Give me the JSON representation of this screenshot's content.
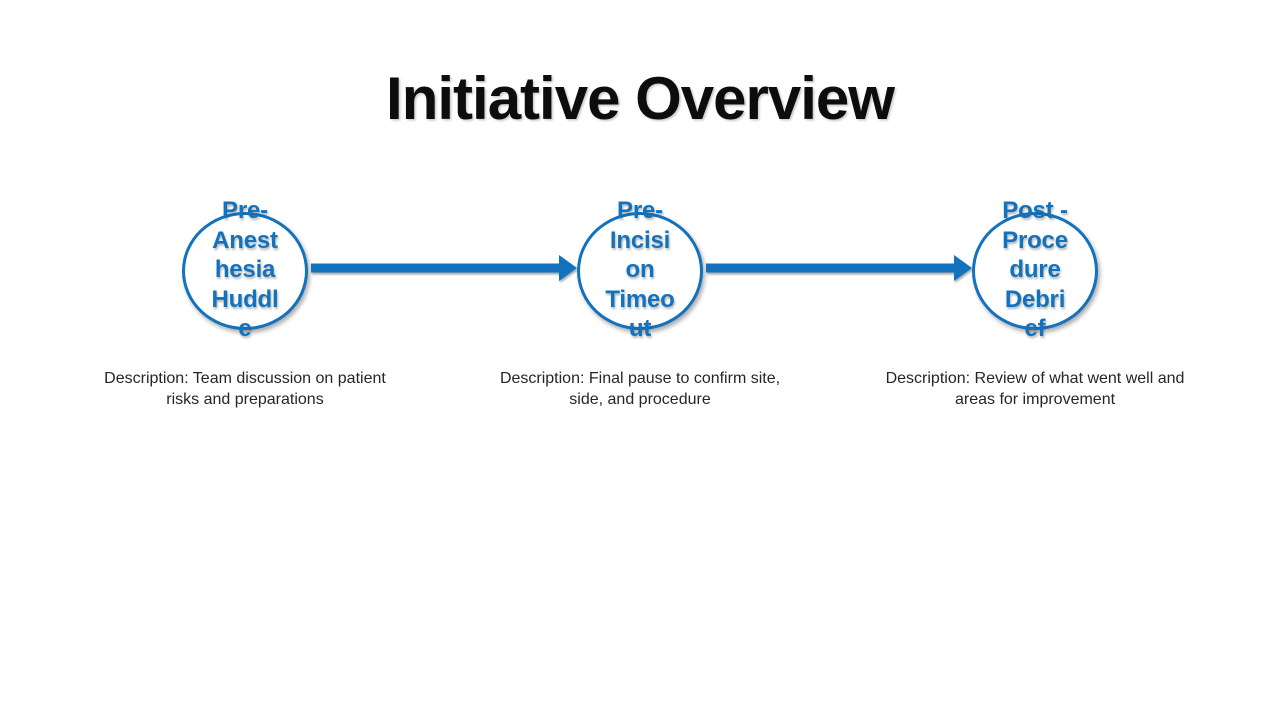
{
  "slide": {
    "title": "Initiative Overview",
    "colors": {
      "accent": "#1272BD",
      "title": "#0D0D0D",
      "description": "#262626",
      "background": "#FFFFFF"
    }
  },
  "steps": [
    {
      "label": "Pre-Anesthesia Huddle",
      "label_lines": "Pre-\nAnest\nhesia\nHuddl\ne",
      "description": "Description: Team discussion on patient risks and preparations",
      "description_lines": "Description: Team discussion on patient\nrisks and preparations"
    },
    {
      "label": "Pre-Incision Timeout",
      "label_lines": "Pre-\nIncisi\non\nTimeo\nut",
      "description": "Description: Final pause to confirm site, side, and procedure",
      "description_lines": "Description: Final pause to confirm site,\nside, and procedure"
    },
    {
      "label": "Post - Procedure Debrief",
      "label_lines": "Post -\nProce\ndure\nDebri\nef",
      "description": "Description: Review of what went well and areas for improvement",
      "description_lines": "Description: Review of what went well and\nareas for improvement"
    }
  ]
}
